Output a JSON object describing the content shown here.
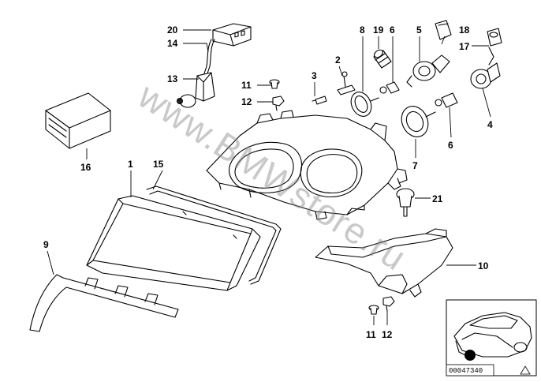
{
  "diagram": {
    "watermark": "www.BMWstore.ru",
    "reference_number": "00047340",
    "callouts": {
      "c20": "20",
      "c14": "14",
      "c13": "13",
      "c16": "16",
      "c11a": "11",
      "c12a": "12",
      "c3": "3",
      "c2": "2",
      "c8": "8",
      "c19": "19",
      "c6a": "6",
      "c5": "5",
      "c18": "18",
      "c17": "17",
      "c4": "4",
      "c6b": "6",
      "c7": "7",
      "c1": "1",
      "c15": "15",
      "c21": "21",
      "c9": "9",
      "c10": "10",
      "c11b": "11",
      "c12b": "12"
    }
  }
}
